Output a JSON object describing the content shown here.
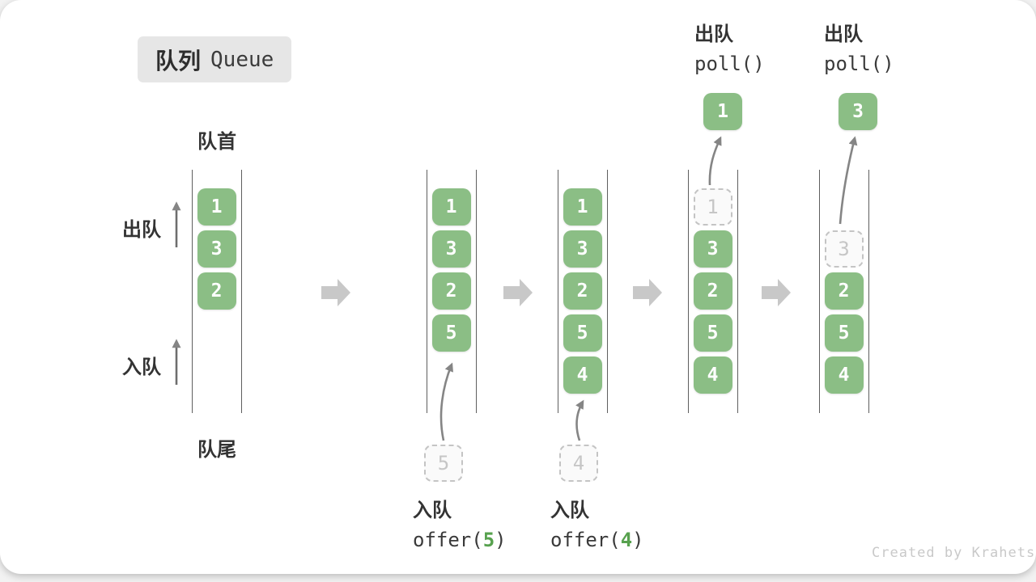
{
  "title": {
    "zh": "队列",
    "en": "Queue"
  },
  "labels": {
    "front": "队首",
    "rear": "队尾",
    "dequeue": "出队",
    "enqueue": "入队"
  },
  "colors": {
    "box_green": "#8bbe85",
    "arg_green": "#57a14e",
    "label_dark": "#333333",
    "block_arrow_gray": "#c8c8c8",
    "dash_border": "#c4c4c4",
    "badge_bg": "#e6e6e6",
    "watermark_gray": "#c9c9c9"
  },
  "stages": [
    {
      "name": "initial",
      "slots": [
        "1",
        "3",
        "2"
      ]
    },
    {
      "name": "offer-5",
      "slots": [
        "1",
        "3",
        "2",
        "5"
      ],
      "incoming": "5",
      "op": {
        "zh": "入队",
        "pre": "offer(",
        "arg": "5",
        "post": ")"
      }
    },
    {
      "name": "offer-4",
      "slots": [
        "1",
        "3",
        "2",
        "5",
        "4"
      ],
      "incoming": "4",
      "op": {
        "zh": "入队",
        "pre": "offer(",
        "arg": "4",
        "post": ")"
      }
    },
    {
      "name": "poll-1",
      "removed": "1",
      "slots": [
        "3",
        "2",
        "5",
        "4"
      ],
      "polled": "1",
      "op": {
        "zh": "出队",
        "code": "poll()"
      }
    },
    {
      "name": "poll-3",
      "removed": "3",
      "slots": [
        "2",
        "5",
        "4"
      ],
      "polled": "3",
      "op": {
        "zh": "出队",
        "code": "poll()"
      }
    }
  ],
  "watermark": "Created by Krahets"
}
